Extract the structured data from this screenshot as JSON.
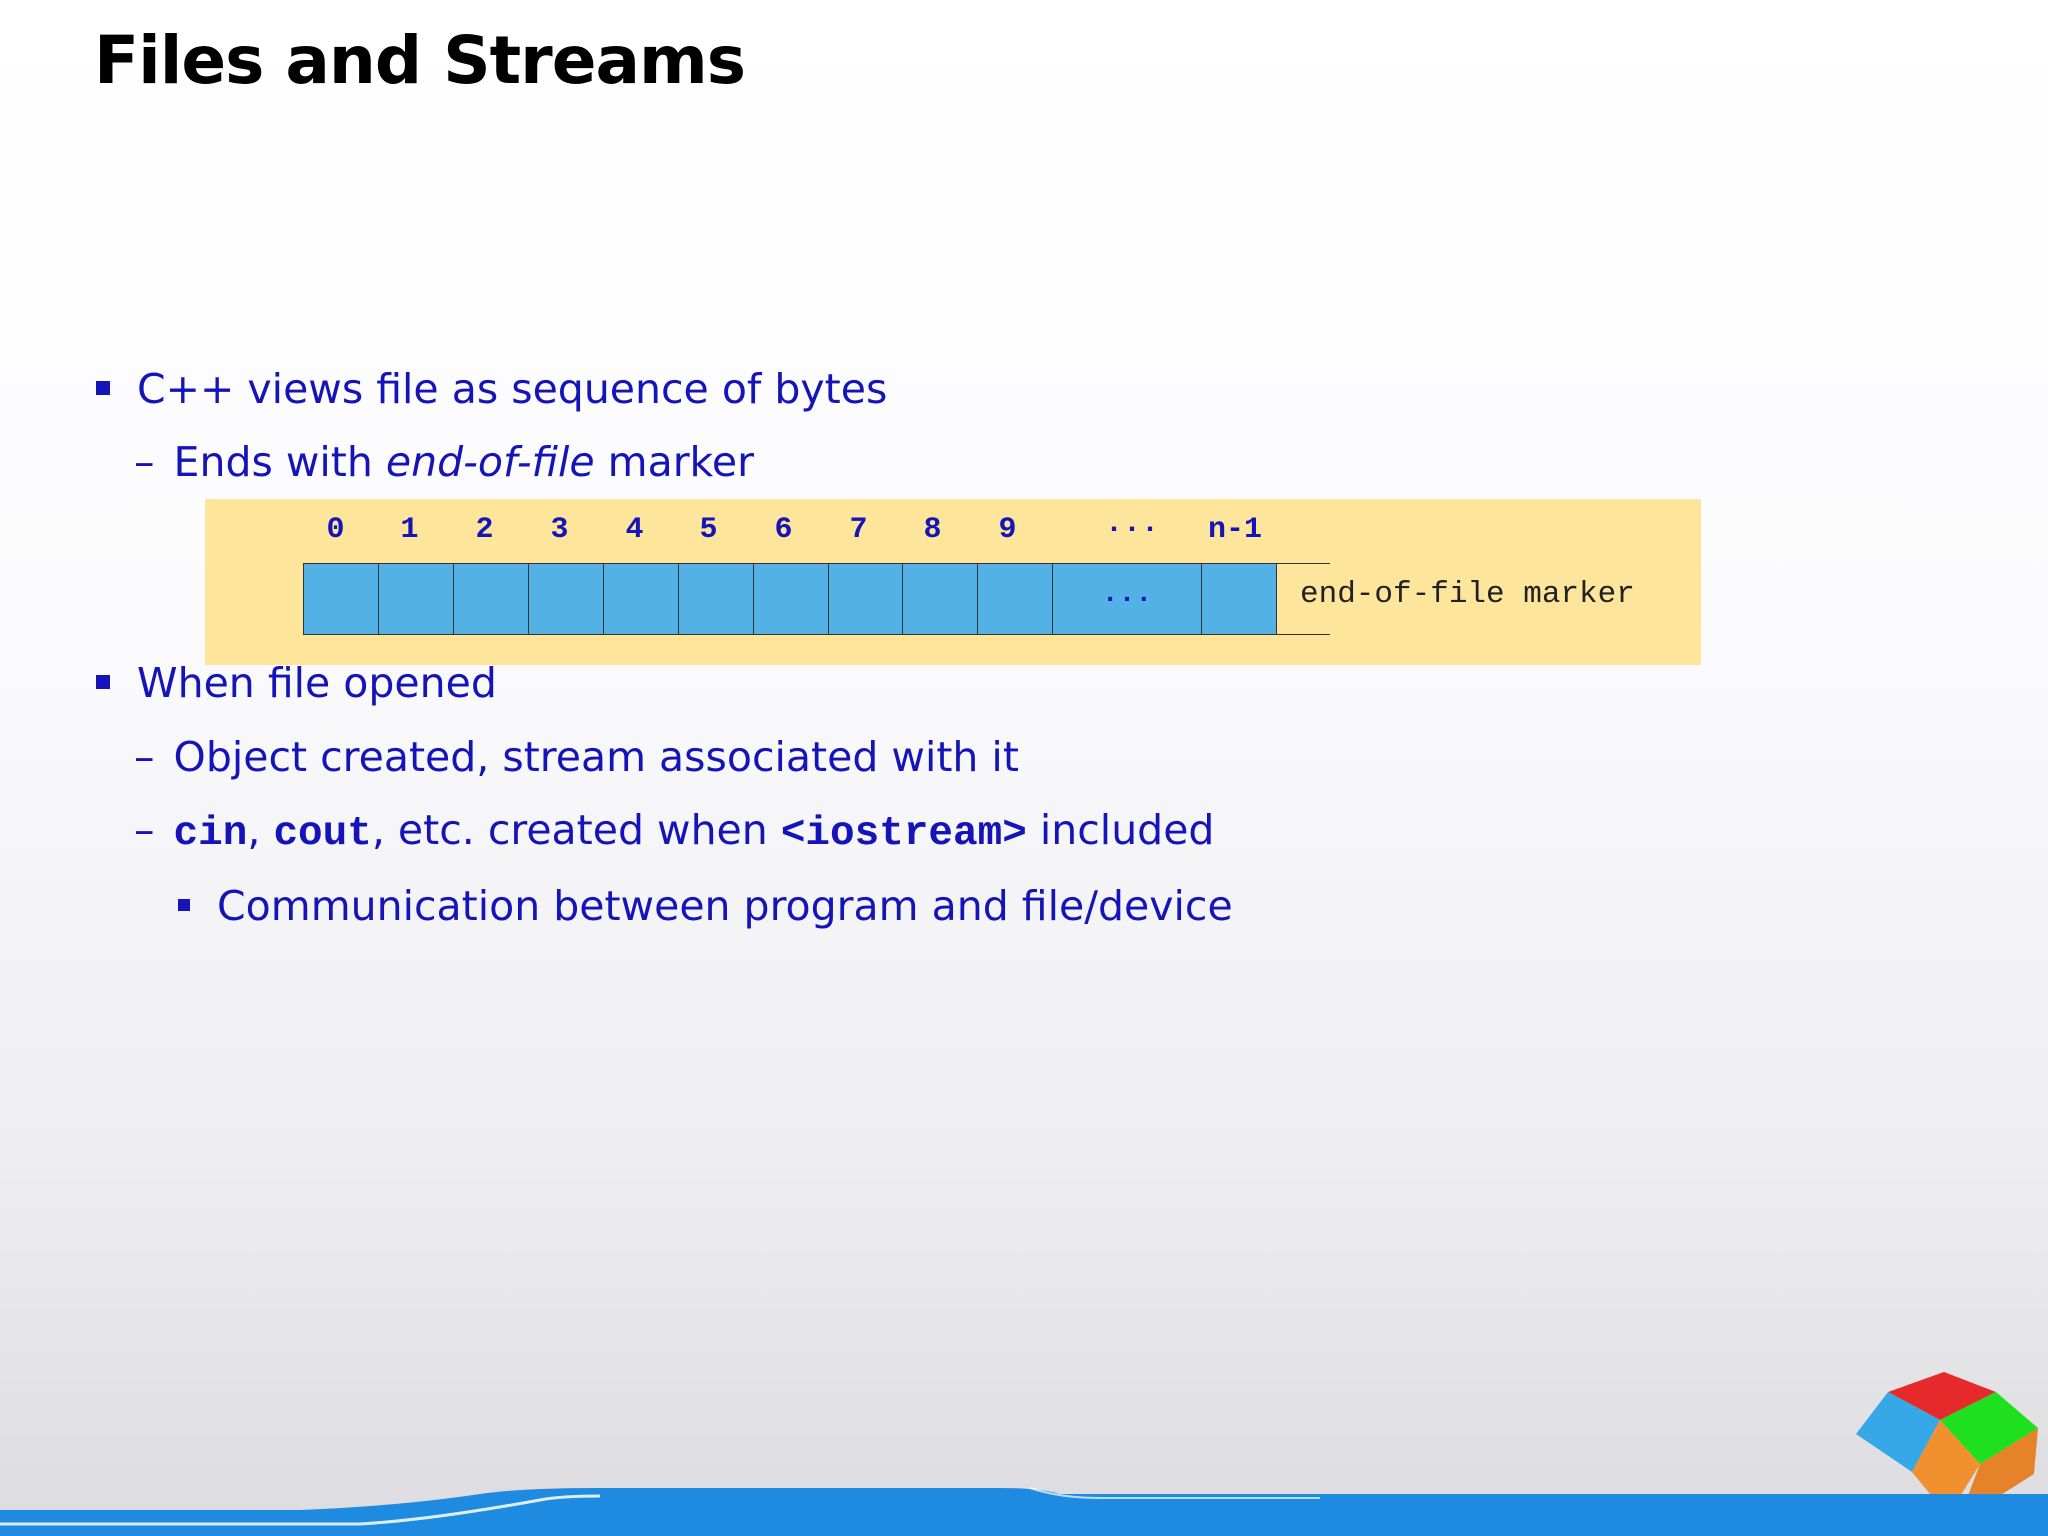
{
  "title": "Files and Streams",
  "bullets": {
    "b1": "C++ views file as sequence of bytes",
    "b1_sub": {
      "dash": "–",
      "before": "Ends with ",
      "italic": "end-of-file",
      "after": " marker"
    },
    "b2": "When file opened",
    "b2_sub1": {
      "dash": "–",
      "text": "Object created, stream associated with it"
    },
    "b2_sub2": {
      "dash": "–",
      "code1": "cin",
      "sep1": ", ",
      "code2": "cout",
      "mid": ", etc. created when ",
      "code3": "<iostream>",
      "after": " included"
    },
    "b2_sub2_sub": "Communication between program and file/device"
  },
  "diagram": {
    "indices": [
      "0",
      "1",
      "2",
      "3",
      "4",
      "5",
      "6",
      "7",
      "8",
      "9",
      "···",
      "n-1"
    ],
    "cell_ellipsis": "...",
    "eof_label": "end-of-file marker",
    "colors": {
      "background": "#fde59c",
      "cell": "#53b1e6",
      "text": "#1414b8"
    }
  },
  "colors": {
    "bullet_text": "#1414b8",
    "footer": "#1e8ae0"
  }
}
